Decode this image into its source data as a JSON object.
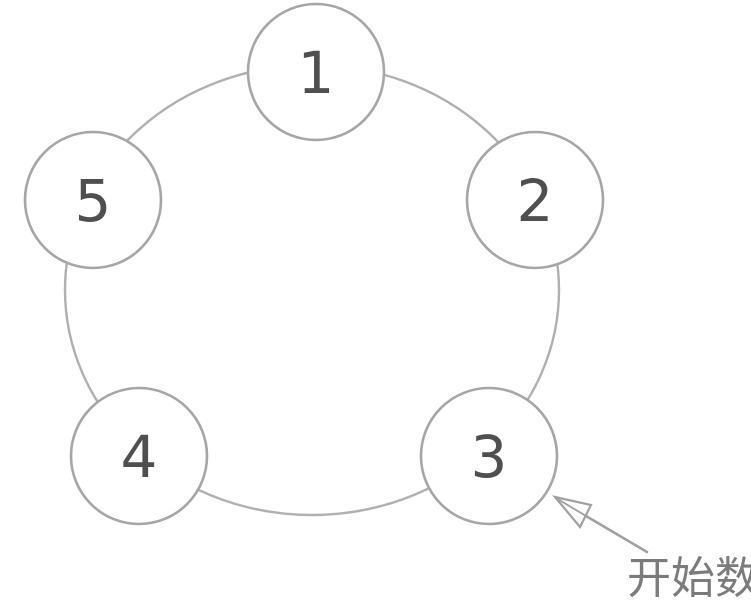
{
  "diagram": {
    "type": "ring-of-numbered-nodes",
    "node_count": 5,
    "nodes": [
      {
        "label": "1"
      },
      {
        "label": "2"
      },
      {
        "label": "3"
      },
      {
        "label": "4"
      },
      {
        "label": "5"
      }
    ],
    "annotation": {
      "text": "开始数",
      "points_to_node": "3"
    },
    "colors": {
      "background": "#ffffff",
      "ring_stroke": "#b0b0b0",
      "node_stroke": "#a6a6a6",
      "node_fill": "#ffffff",
      "number_text": "#4f4f4f",
      "arrow": "#a0a0a0",
      "annotation_text": "#7b7b7b"
    }
  }
}
